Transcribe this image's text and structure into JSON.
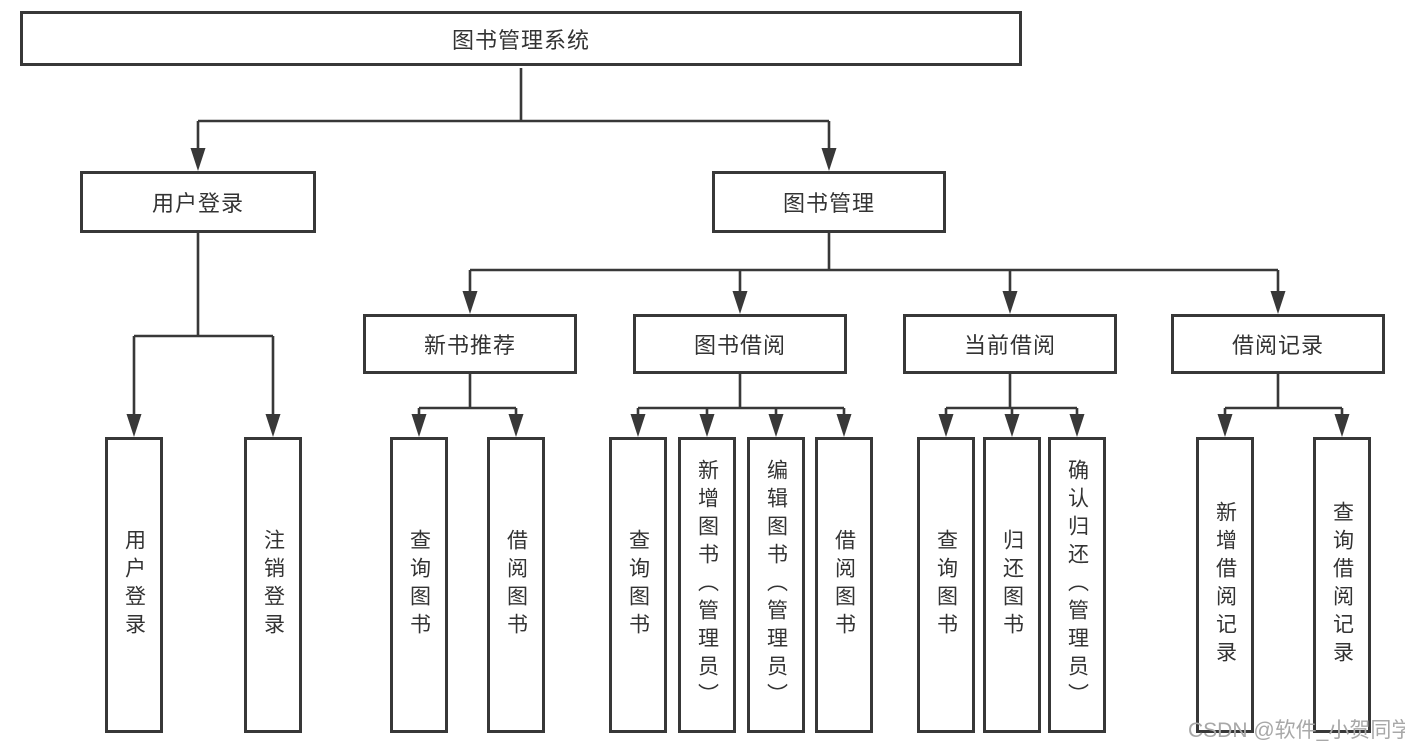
{
  "tree": {
    "label": "图书管理系统",
    "children": [
      {
        "label": "用户登录",
        "children": [
          {
            "label": "用户登录"
          },
          {
            "label": "注销登录"
          }
        ]
      },
      {
        "label": "图书管理",
        "children": [
          {
            "label": "新书推荐",
            "children": [
              {
                "label": "查询图书"
              },
              {
                "label": "借阅图书"
              }
            ]
          },
          {
            "label": "图书借阅",
            "children": [
              {
                "label": "查询图书"
              },
              {
                "label": "新增图书（管理员）"
              },
              {
                "label": "编辑图书（管理员）"
              },
              {
                "label": "借阅图书"
              }
            ]
          },
          {
            "label": "当前借阅",
            "children": [
              {
                "label": "查询图书"
              },
              {
                "label": "归还图书"
              },
              {
                "label": "确认归还（管理员）"
              }
            ]
          },
          {
            "label": "借阅记录",
            "children": [
              {
                "label": "新增借阅记录"
              },
              {
                "label": "查询借阅记录"
              }
            ]
          }
        ]
      }
    ]
  },
  "watermark": {
    "text": "CSDN @软件_小贺同学"
  },
  "colors": {
    "line": "#383838",
    "text": "#333333",
    "watermark": "#a8a8a8",
    "background": "#ffffff"
  }
}
